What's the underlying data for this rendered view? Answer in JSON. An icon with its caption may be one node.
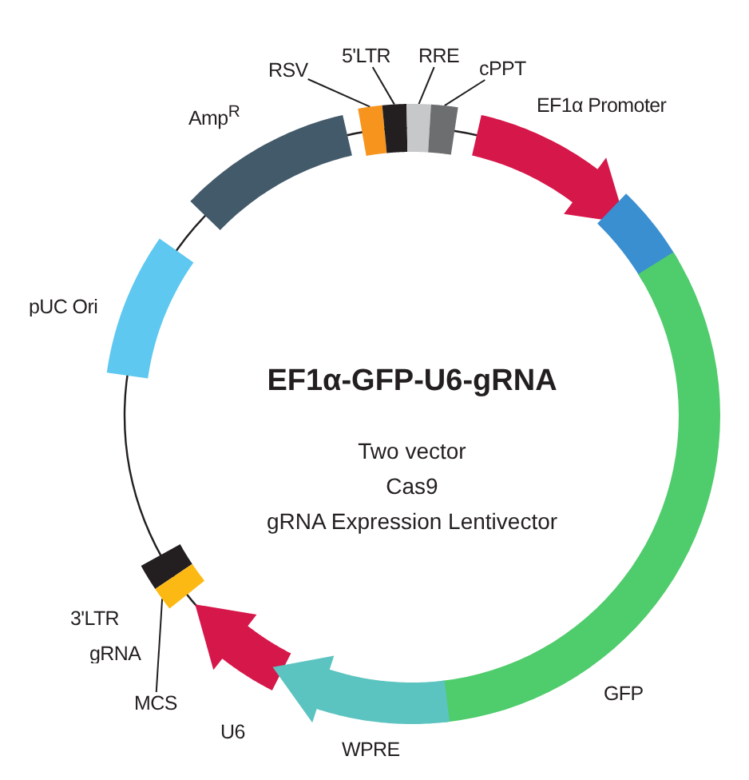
{
  "diagram": {
    "title": "EF1α-GFP-U6-gRNA",
    "nodes": [
      {
        "text": [
          "RSV"
        ]
      },
      {
        "text": [
          "5'LTR"
        ]
      },
      {
        "text": [
          "RRE"
        ]
      },
      {
        "text": [
          "cPPT"
        ]
      },
      {
        "text": [],
        "shape": "bar"
      },
      {
        "text": [],
        "shape": "bar"
      },
      {
        "text": [],
        "shape": "bar"
      },
      {
        "text": [],
        "shape": "bar"
      },
      {
        "text": [
          "Amp$^{R}$"
        ]
      },
      {
        "text": [
          "EF1α Promoter"
        ]
      },
      {
        "text": [],
        "shape": "bar"
      },
      {
        "text": [
          "pUC Ori"
        ]
      },
      {
        "text": [
          "GFP"
        ]
      },
      {
        "text": [
          "3'LTR"
        ]
      },
      {
        "text": [
          "gRNA"
        ]
      },
      {
        "text": [
          "MCS"
        ]
      },
      {
        "text": [
          "U6"
        ]
      },
      {
        "text": [
          "WPRE"
        ]
      }
    ],
    "edges": [
      {
        "from": 0,
        "to": 4,
        "arrow": "none"
      },
      {
        "from": 1,
        "to": 5,
        "arrow": "none"
      },
      {
        "from": 2,
        "to": 6,
        "arrow": "none"
      },
      {
        "from": 3,
        "to": 7,
        "arrow": "none"
      },
      {
        "from": 15,
        "to": 14,
        "arrow": "none"
      }
    ],
    "labels": [
      "Two vector",
      "Cas9",
      "gRNA Expression Lentivector"
    ]
  }
}
